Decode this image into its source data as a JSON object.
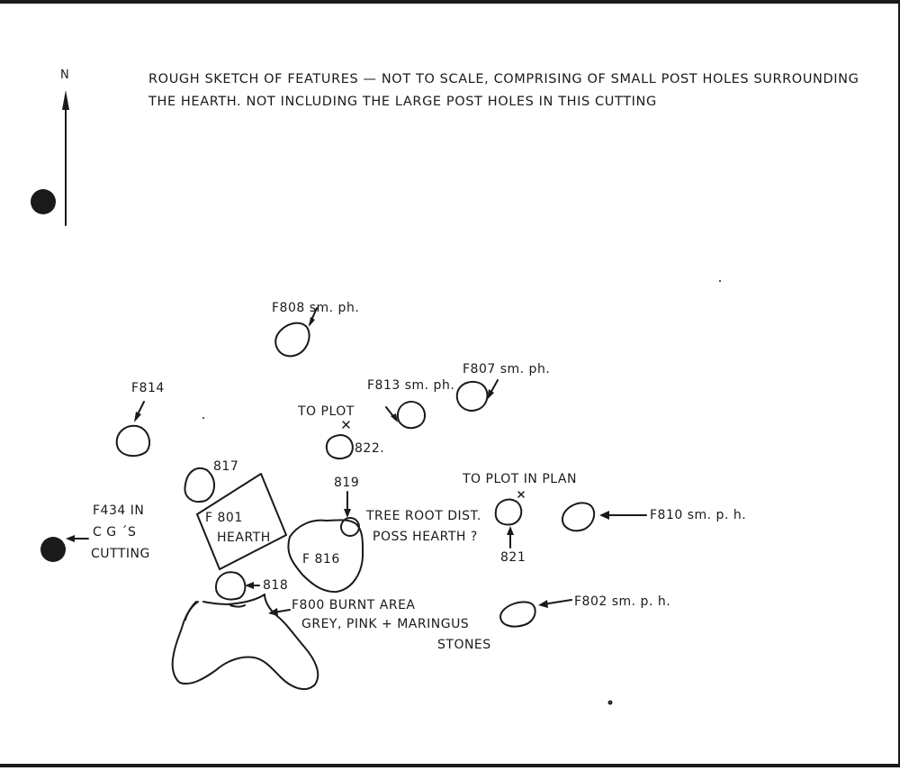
{
  "colors": {
    "ink": "#1a1a1a",
    "paper": "#ffffff"
  },
  "north_label": "N",
  "title": {
    "line1": "ROUGH SKETCH OF FEATURES — NOT TO SCALE, COMPRISING OF SMALL POST HOLES SURROUNDING",
    "line2": "THE HEARTH. NOT INCLUDING THE LARGE POST HOLES IN THIS CUTTING"
  },
  "labels": {
    "f808": "F808 sm. ph.",
    "f807": "F807 sm. ph.",
    "f813": "F813 sm. ph.",
    "f814": "F814",
    "to_plot": "TO PLOT",
    "f822": "822.",
    "f817": "817",
    "f819": "819",
    "tree_root_1": "TREE ROOT DIST.",
    "tree_root_2": "POSS HEARTH ?",
    "to_plot_in_plan": "TO PLOT IN PLAN",
    "f821": "821",
    "f810": "F810 sm. p. h.",
    "f434_1": "F434 IN",
    "f434_2": "C G ´S",
    "f434_3": "CUTTING",
    "f801_1": "F 801",
    "f801_2": "HEARTH",
    "f816": "F 816",
    "f818": "818",
    "f800_1": "F800 BURNT AREA",
    "f800_2": "GREY, PINK + MARINGUS",
    "f800_3": "STONES",
    "f802": "F802   sm. p. h."
  }
}
